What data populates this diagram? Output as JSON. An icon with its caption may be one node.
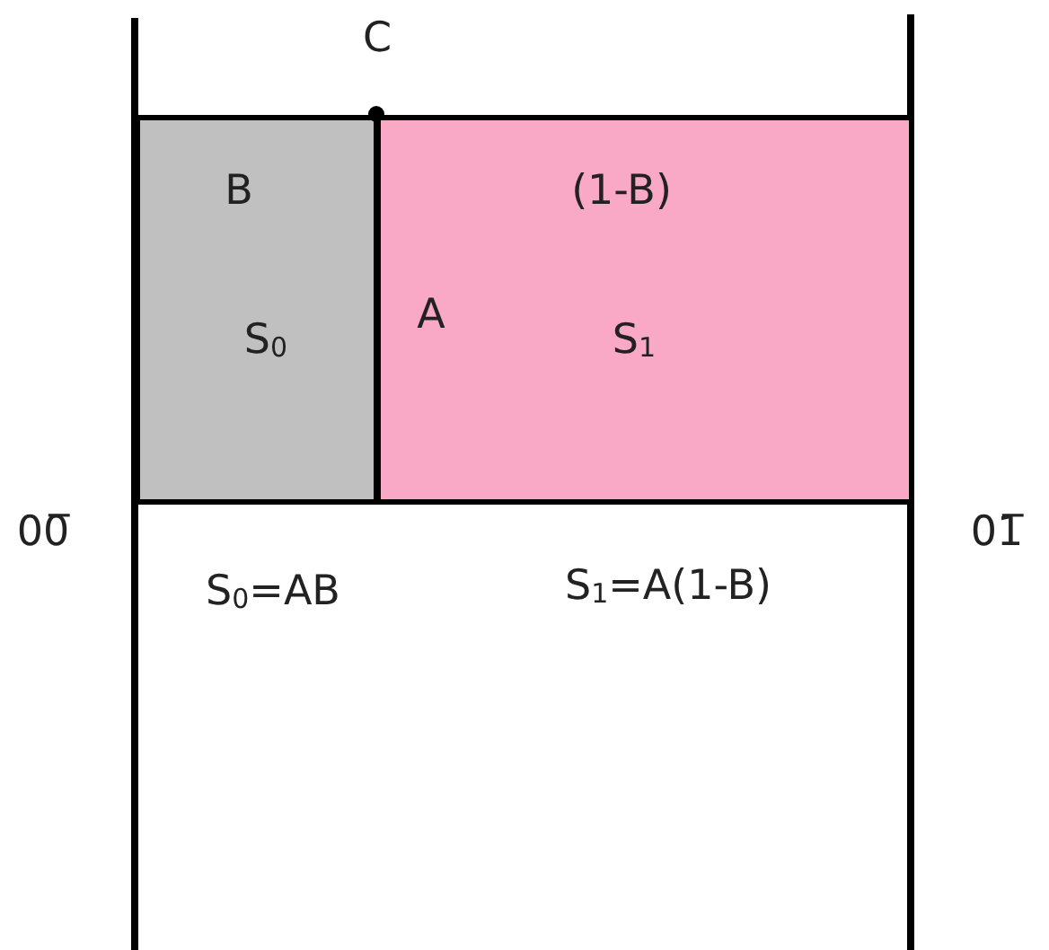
{
  "diagram": {
    "nodes": [
      {
        "text": [
          "B",
          "S$_{0}$"
        ]
      },
      {
        "text": [
          "(1-B)",
          "A",
          "S$_{1}$"
        ]
      }
    ],
    "labels": [
      "C",
      "00̅",
      "01̅",
      "S$_{0}$=AB",
      "S$_{1}$=A(1-B)"
    ]
  }
}
